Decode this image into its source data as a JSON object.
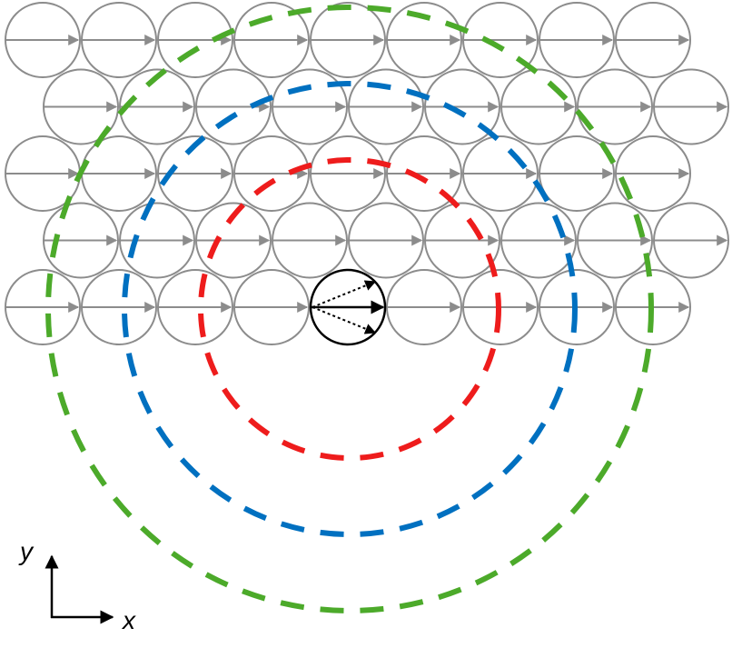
{
  "axes": {
    "x_label": "x",
    "y_label": "y"
  },
  "lattice": {
    "rows": [
      {
        "row": 0,
        "count": 9,
        "offset": false
      },
      {
        "row": 1,
        "count": 9,
        "offset": true
      },
      {
        "row": 2,
        "count": 9,
        "offset": false
      },
      {
        "row": 3,
        "count": 9,
        "offset": true
      },
      {
        "row": 4,
        "count": 9,
        "offset": false
      }
    ],
    "highlighted": {
      "row": 4,
      "col": 4
    }
  },
  "rings": [
    {
      "name": "inner-ring",
      "radius_in_spacings": 2.0
    },
    {
      "name": "middle-ring",
      "radius_in_spacings": 3.0
    },
    {
      "name": "outer-ring",
      "radius_in_spacings": 4.0
    }
  ],
  "colors": {
    "element_stroke": "#8c8c8c",
    "highlight_stroke": "#000000",
    "ring_inner": "#ee1c1c",
    "ring_middle": "#0070c0",
    "ring_outer": "#4caa2a",
    "axis": "#000000"
  }
}
